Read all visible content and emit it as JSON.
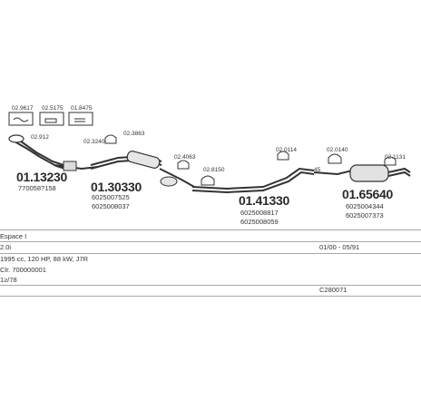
{
  "diagram": {
    "top_refs": [
      "02.9617",
      "02.5175",
      "01.8475"
    ],
    "parts": [
      {
        "code": "01.13230",
        "oem": "770058?158"
      },
      {
        "code": "01.30330",
        "oem": [
          "6025007525",
          "6025008037"
        ]
      },
      {
        "code": "01.41330",
        "oem": [
          "6025008817",
          "6025008059"
        ]
      },
      {
        "code": "01.65640",
        "oem": [
          "6025004344",
          "6025007373"
        ]
      }
    ],
    "small_labels": [
      "02.912",
      "02.3240",
      "02.3863",
      "02.4063",
      "02.8150",
      "02.0114",
      "02.0140",
      "02.1131",
      "45"
    ]
  },
  "info": {
    "model": "Espace I",
    "engine": "2.0i",
    "dates": "01/00 - 05/91",
    "spec": "1995 cc, 120 HP, 88 kW, J7R",
    "clm": "Clr. 700000001",
    "misc": "1≥/78",
    "code": "C280071"
  }
}
